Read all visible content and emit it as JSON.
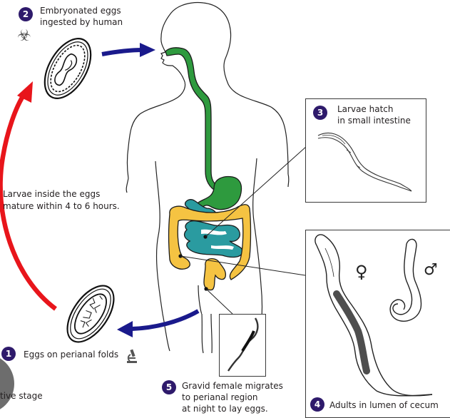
{
  "diagram": {
    "title": "Enterobius vermicularis life cycle",
    "colors": {
      "badge": "#2e1a6b",
      "ingestion_arrow": "#1a1a8c",
      "maturation_arrow": "#e8151b",
      "digestive_tract_upper": "#2e9a3e",
      "small_intestine": "#2a9ba0",
      "large_intestine": "#f5c342"
    },
    "steps": [
      {
        "number": "1",
        "line1": "Eggs on perianal folds",
        "line2": "",
        "line3": "",
        "icon": "microscope-icon"
      },
      {
        "number": "2",
        "line1": "Embryonated eggs",
        "line2": "ingested by human",
        "line3": "",
        "icon": "biohazard-icon"
      },
      {
        "number": "3",
        "line1": "Larvae hatch",
        "line2": "in small intestine",
        "line3": ""
      },
      {
        "number": "4",
        "line1": "Adults in lumen of cecum",
        "line2": "",
        "line3": ""
      },
      {
        "number": "5",
        "line1": "Gravid female migrates",
        "line2": "to perianal region",
        "line3": "at night to lay eggs."
      }
    ],
    "maturation_note": {
      "line1": "Larvae inside the eggs",
      "line2": "mature within 4 to 6 hours."
    },
    "partial_legend": "tive stage",
    "sex_symbols": {
      "female": "♀",
      "male": "♂"
    },
    "biohazard_glyph": "☣",
    "microscope_glyph": "🔬"
  }
}
